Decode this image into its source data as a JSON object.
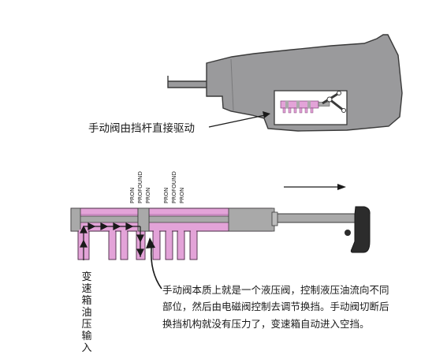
{
  "top_label": "手动阀由挡杆直接驱动",
  "port_labels": [
    "PRON",
    "PROFOUND",
    "PRON",
    "PRON",
    "PROFOUND",
    "PRON"
  ],
  "vertical_label": "变速箱油压输入",
  "description_lines": [
    "手动阀本质上就是一个液压阀，控制液压油流向不同",
    "部位，然后由电磁阀控制去调节换挡。手动阀切断后",
    "换挡机构就没有压力了，变速箱自动进入空挡。"
  ],
  "colors": {
    "housing": "#9a9a9c",
    "housing_stroke": "#3a3a3a",
    "hydraulic_pink": "#e3a3d8",
    "spool_gray": "#a9a9a9",
    "handle_dark": "#2c2c2c",
    "arrow": "#1a1a1a"
  }
}
